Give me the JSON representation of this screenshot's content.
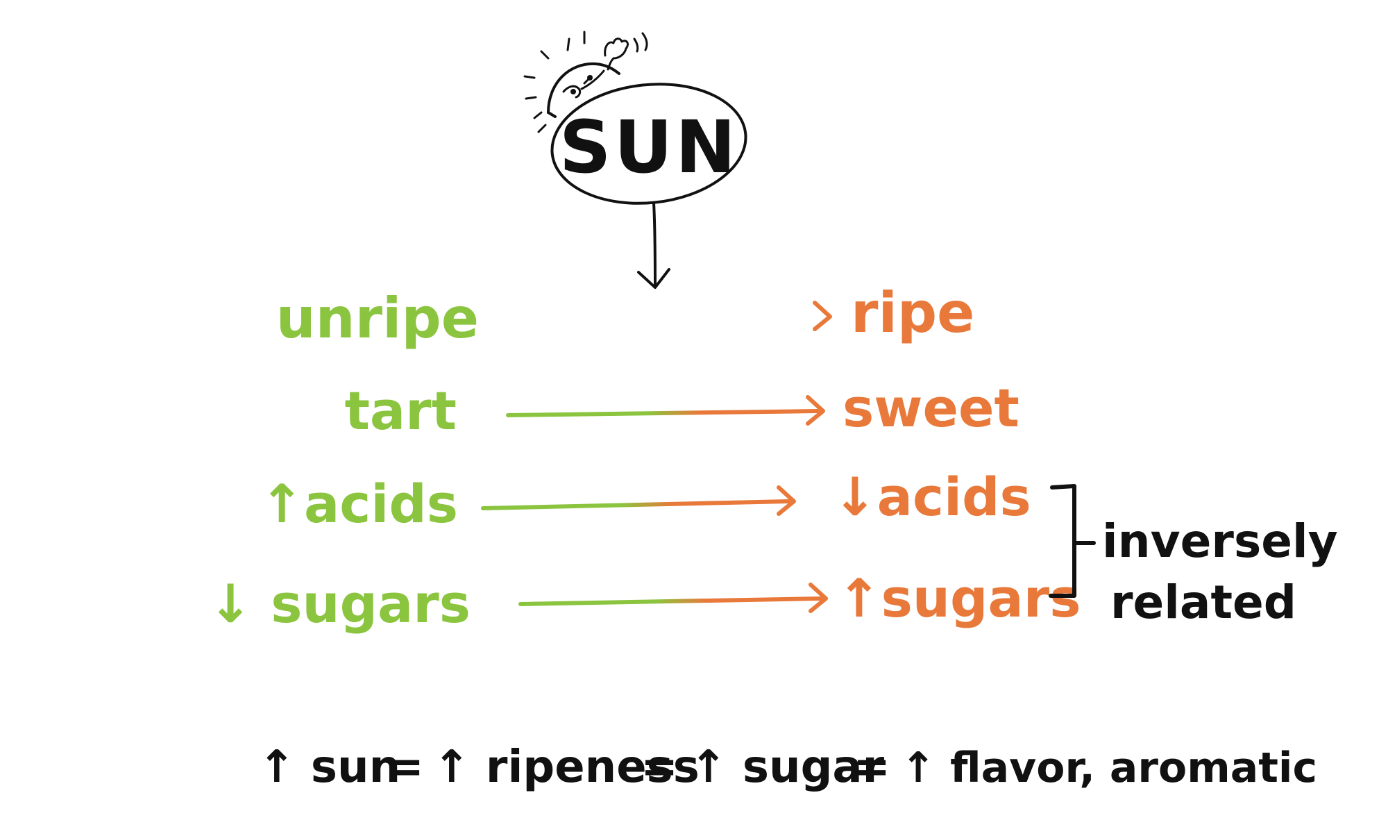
{
  "colors": {
    "green": "#8BC53F",
    "orange": "#E8793A",
    "ink": "#111111",
    "background": "#FFFFFF"
  },
  "sun": {
    "label": "SUN",
    "icon": "sun-icon"
  },
  "transitions": [
    {
      "from": "unripe",
      "to": "ripe"
    },
    {
      "from": "tart",
      "to": "sweet"
    },
    {
      "from": "↑acids",
      "to": "↓acids"
    },
    {
      "from": "↓ sugars",
      "to": "↑sugars"
    }
  ],
  "bracket_note": {
    "line1": "inversely",
    "line2": "related"
  },
  "equation": {
    "terms": [
      "↑ sun",
      "↑ ripeness",
      "↑ sugar",
      "↑ flavor, aromatic"
    ],
    "operator": "="
  }
}
